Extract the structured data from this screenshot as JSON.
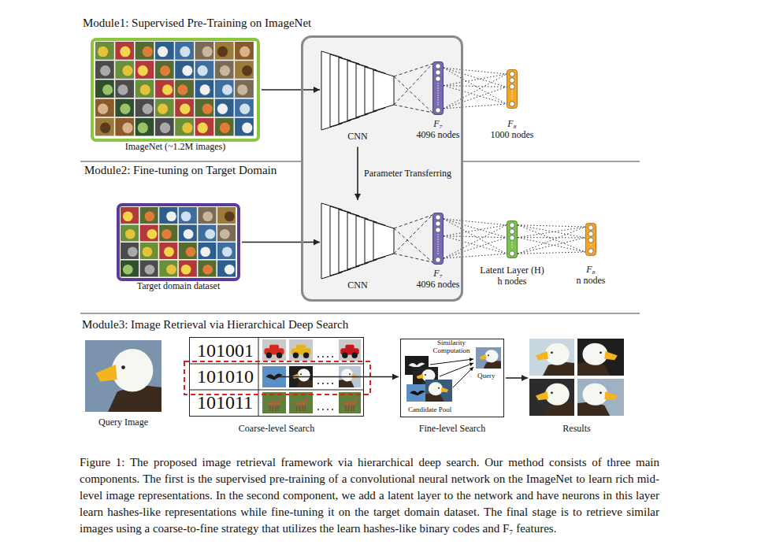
{
  "diagram": {
    "caption": "Figure 1: The proposed image retrieval framework via hierarchical deep search. Our method consists of three main components. The first is the supervised pre-training of a convolutional neural network on the ImageNet to learn rich mid-level image representations. In the second component, we add a latent layer to the network and have neurons in this layer learn hashes-like representations while fine-tuning it on the target domain dataset. The final stage is to retrieve similar images using a coarse-to-fine strategy that utilizes the learn hashes-like binary codes and F₇ features.",
    "nodes": [
      {
        "text": [
          "ImageNet (~1.2M images)"
        ]
      },
      {
        "text": []
      },
      {
        "text": [
          "CNN"
        ],
        "in": 1
      },
      {
        "text": [
          "F₇",
          "4096 nodes"
        ],
        "in": 1
      },
      {
        "text": [
          "F₈",
          "1000 nodes"
        ]
      },
      {
        "text": [
          "Target domain dataset"
        ]
      },
      {
        "text": [
          "CNN"
        ],
        "in": 1
      },
      {
        "text": [
          "F₇",
          "4096 nodes"
        ],
        "in": 1
      },
      {
        "text": [
          "Latent Layer (H)",
          "h nodes"
        ]
      },
      {
        "text": [
          "F₈",
          "n nodes"
        ]
      },
      {
        "text": [
          "Query Image"
        ]
      },
      {
        "text": [
          "Coarse-level Search"
        ]
      },
      {
        "text": [
          "101001"
        ],
        "in": 11
      },
      {
        "text": [
          "101010"
        ],
        "in": 11
      },
      {
        "text": [
          "101011"
        ],
        "in": 11
      },
      {
        "text": [
          "Fine-level Search"
        ]
      },
      {
        "text": [
          "Results"
        ]
      }
    ],
    "edges": [
      {
        "from": 0,
        "to": 2,
        "arrow": "to"
      },
      {
        "from": 2,
        "to": 3,
        "arrow": "none"
      },
      {
        "from": 3,
        "to": 4,
        "arrow": "none"
      },
      {
        "from": 2,
        "to": 6,
        "label": "Parameter Transferring",
        "arrow": "to"
      },
      {
        "from": 5,
        "to": 6,
        "arrow": "to"
      },
      {
        "from": 6,
        "to": 7,
        "arrow": "none"
      },
      {
        "from": 7,
        "to": 8,
        "arrow": "none"
      },
      {
        "from": 8,
        "to": 9,
        "arrow": "none"
      },
      {
        "from": 13,
        "to": 15,
        "arrow": "to"
      },
      {
        "from": 15,
        "to": 16,
        "arrow": "to"
      }
    ],
    "labels": [
      "Module1: Supervised Pre-Training on ImageNet",
      "Module2: Fine-tuning on Target Domain",
      "Module3: Image Retrieval via Hierarchical Deep Search",
      "Similarity Computation",
      "Query",
      "Candidate Pool"
    ]
  }
}
